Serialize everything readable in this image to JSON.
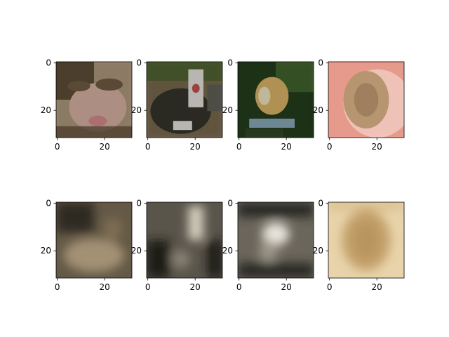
{
  "chart_data": {
    "type": "heatmap",
    "grid": {
      "rows": 2,
      "cols": 4
    },
    "panels": [
      {
        "id": "r1c1",
        "subject": "cat close-up face",
        "palette": [
          "#5a4a34",
          "#9d8b74",
          "#c8a69d",
          "#3e3222"
        ],
        "xlim": [
          0,
          31
        ],
        "ylim": [
          31,
          0
        ],
        "xticks": [
          0,
          20
        ],
        "yticks": [
          0,
          20
        ]
      },
      {
        "id": "r1c2",
        "subject": "cat sitting outdoors",
        "palette": [
          "#2c2a23",
          "#e8e6e2",
          "#4a5d2c",
          "#75634a"
        ],
        "xlim": [
          0,
          31
        ],
        "ylim": [
          31,
          0
        ],
        "xticks": [
          0,
          20
        ],
        "yticks": [
          0,
          20
        ]
      },
      {
        "id": "r1c3",
        "subject": "orange animal in foliage",
        "palette": [
          "#1c3117",
          "#e4b169",
          "#f5e6c6",
          "#3d5a2a"
        ],
        "xlim": [
          0,
          31
        ],
        "ylim": [
          31,
          0
        ],
        "xticks": [
          0,
          20
        ],
        "yticks": [
          0,
          20
        ]
      },
      {
        "id": "r1c4",
        "subject": "toad on hand",
        "palette": [
          "#e69a8c",
          "#a69467",
          "#f2d0c5",
          "#7b6a45"
        ],
        "xlim": [
          0,
          31
        ],
        "ylim": [
          31,
          0
        ],
        "xticks": [
          0,
          20
        ],
        "yticks": [
          0,
          20
        ]
      },
      {
        "id": "r2c1",
        "subject": "blurred reconstruction",
        "palette": [
          "#2f2a21",
          "#a39174",
          "#645946",
          "#7e6d53"
        ],
        "xlim": [
          0,
          31
        ],
        "ylim": [
          31,
          0
        ],
        "xticks": [
          0,
          20
        ],
        "yticks": [
          0,
          20
        ]
      },
      {
        "id": "r2c2",
        "subject": "blurred reconstruction",
        "palette": [
          "#1c1b19",
          "#d4ccbd",
          "#5a554b",
          "#8a8174"
        ],
        "xlim": [
          0,
          31
        ],
        "ylim": [
          31,
          0
        ],
        "xticks": [
          0,
          20
        ],
        "yticks": [
          0,
          20
        ]
      },
      {
        "id": "r2c3",
        "subject": "blurred reconstruction",
        "palette": [
          "#2b2a26",
          "#e8e4dc",
          "#6b665b",
          "#9a9487"
        ],
        "xlim": [
          0,
          31
        ],
        "ylim": [
          31,
          0
        ],
        "xticks": [
          0,
          20
        ],
        "yticks": [
          0,
          20
        ]
      },
      {
        "id": "r2c4",
        "subject": "blurred reconstruction",
        "palette": [
          "#d8bd8c",
          "#c4a16b",
          "#e8d3aa",
          "#b8955f"
        ],
        "xlim": [
          0,
          31
        ],
        "ylim": [
          31,
          0
        ],
        "xticks": [
          0,
          20
        ],
        "yticks": [
          0,
          20
        ]
      }
    ]
  }
}
